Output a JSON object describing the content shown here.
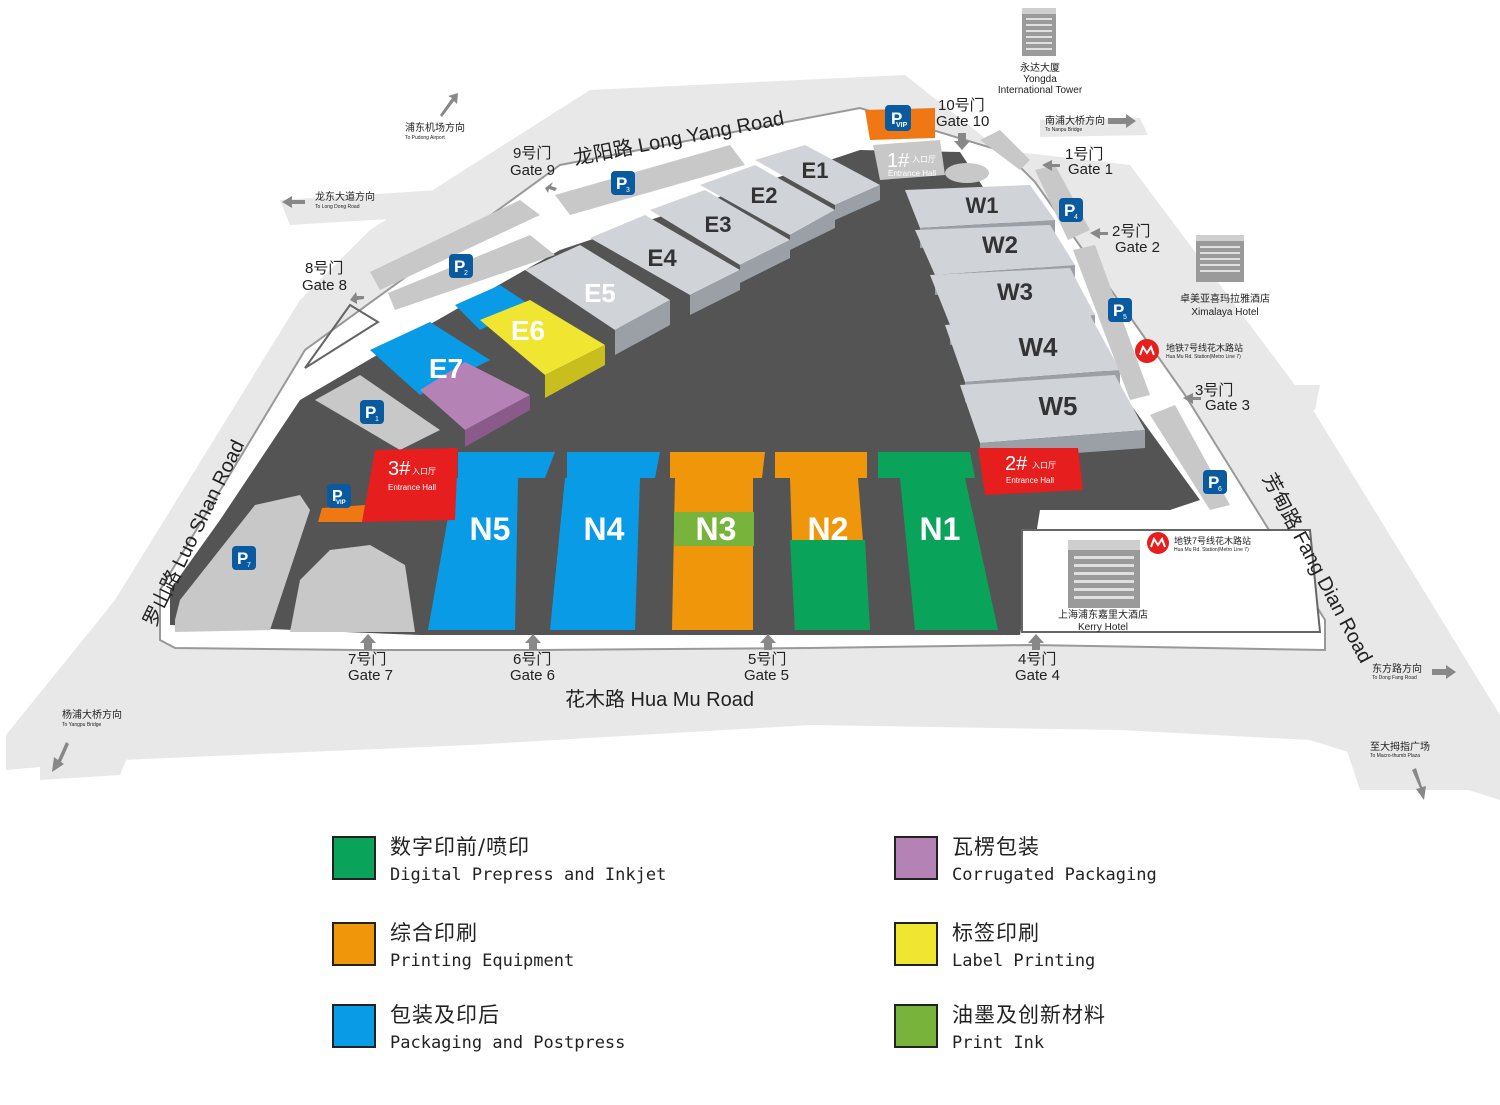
{
  "colors": {
    "digital": "#0aa35a",
    "printing": "#f0960a",
    "packaging": "#0a9be6",
    "corrugated": "#b482b4",
    "label": "#f0e632",
    "ink": "#78b43c",
    "hall_grey": "#d0d4d8",
    "ground": "#545454",
    "road": "#e6e6e6",
    "entrance": "#e61e1e",
    "parking": "#0a5aa0",
    "vip": "#f07814"
  },
  "roads": {
    "north": "龙阳路 Long Yang Road",
    "south": "花木路 Hua Mu Road",
    "west": "罗山路 Luo Shan Road",
    "east": "芳甸路 Fang Dian Road"
  },
  "halls": {
    "e1": "E1",
    "e2": "E2",
    "e3": "E3",
    "e4": "E4",
    "e5": "E5",
    "e6": "E6",
    "e7": "E7",
    "w1": "W1",
    "w2": "W2",
    "w3": "W3",
    "w4": "W4",
    "w5": "W5",
    "n1": "N1",
    "n2": "N2",
    "n3": "N3",
    "n4": "N4",
    "n5": "N5"
  },
  "entrances": {
    "e1": {
      "num": "1#",
      "cn": "入口厅",
      "en": "Entrance Hall"
    },
    "e2": {
      "num": "2#",
      "cn": "入口厅",
      "en": "Entrance Hall"
    },
    "e3": {
      "num": "3#",
      "cn": "入口厅",
      "en": "Entrance Hall"
    }
  },
  "gates": {
    "g1": {
      "cn": "1号门",
      "en": "Gate 1"
    },
    "g2": {
      "cn": "2号门",
      "en": "Gate 2"
    },
    "g3": {
      "cn": "3号门",
      "en": "Gate 3"
    },
    "g4": {
      "cn": "4号门",
      "en": "Gate 4"
    },
    "g5": {
      "cn": "5号门",
      "en": "Gate 5"
    },
    "g6": {
      "cn": "6号门",
      "en": "Gate 6"
    },
    "g7": {
      "cn": "7号门",
      "en": "Gate 7"
    },
    "g8": {
      "cn": "8号门",
      "en": "Gate 8"
    },
    "g9": {
      "cn": "9号门",
      "en": "Gate 9"
    },
    "g10": {
      "cn": "10号门",
      "en": "Gate 10"
    }
  },
  "parking": {
    "p": "P",
    "p1": "1",
    "p2": "2",
    "p3": "3",
    "p4": "4",
    "p5": "5",
    "p6": "6",
    "p7": "7",
    "vip": "VIP"
  },
  "landmarks": {
    "yongda_cn": "永达大厦",
    "yongda_en1": "Yongda",
    "yongda_en2": "International Tower",
    "ximalaya_cn": "卓美亚喜玛拉雅酒店",
    "ximalaya_en": "Ximalaya Hotel",
    "kerry_cn": "上海浦东嘉里大酒店",
    "kerry_en": "Kerry Hotel",
    "metro_cn": "地铁7号线花木路站",
    "metro_en": "Hua Mu Rd. Station(Metro Line 7)"
  },
  "directions": {
    "pudong_airport_cn": "浦东机场方向",
    "pudong_airport_en": "To Pudong Airport",
    "longdong_cn": "龙东大道方向",
    "longdong_en": "To Long Dong Road",
    "nanpu_cn": "南浦大桥方向",
    "nanpu_en": "To Nanpu Bridge",
    "yangpu_cn": "杨浦大桥方向",
    "yangpu_en": "To Yangpu Bridge",
    "dongfang_cn": "东方路方向",
    "dongfang_en": "To Dong Fang Road",
    "macro_cn": "至大拇指广场",
    "macro_en": "To Macro-thumb Plaza"
  },
  "legend": [
    {
      "key": "digital",
      "cn": "数字印前/喷印",
      "en": "Digital Prepress and Inkjet"
    },
    {
      "key": "printing",
      "cn": "综合印刷",
      "en": "Printing Equipment"
    },
    {
      "key": "packaging",
      "cn": "包装及印后",
      "en": "Packaging and Postpress"
    },
    {
      "key": "corrugated",
      "cn": "瓦楞包装",
      "en": "Corrugated Packaging"
    },
    {
      "key": "label",
      "cn": "标签印刷",
      "en": "Label Printing"
    },
    {
      "key": "ink",
      "cn": "油墨及创新材料",
      "en": "Print Ink"
    }
  ]
}
